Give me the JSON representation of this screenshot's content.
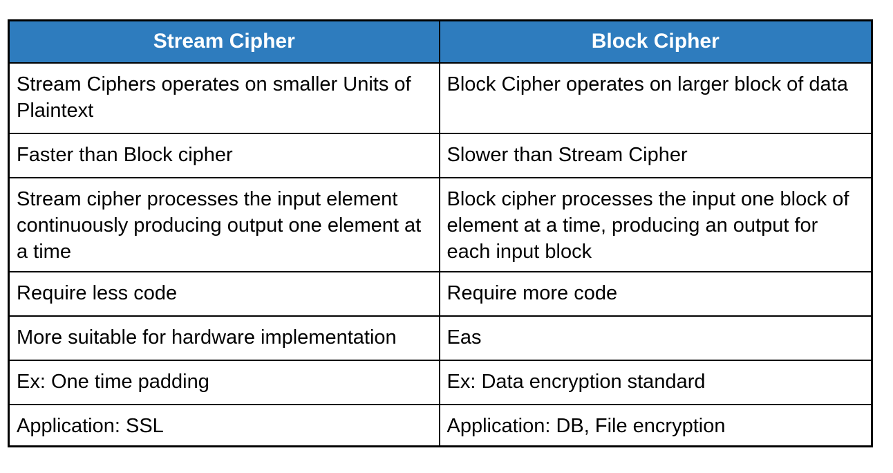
{
  "table": {
    "headers": [
      {
        "label": "Stream Cipher"
      },
      {
        "label": "Block Cipher"
      }
    ],
    "rows": [
      {
        "stream": "Stream Ciphers operates on smaller Units of Plaintext",
        "block": "Block Cipher operates on larger block of data"
      },
      {
        "stream": "Faster than Block cipher",
        "block": "Slower than Stream Cipher"
      },
      {
        "stream": "Stream cipher processes the input element continuously producing output one element at a time",
        "block": "Block cipher processes the input one block of element at a time, producing an output for each input block"
      },
      {
        "stream": "Require less code",
        "block": "Require more code"
      },
      {
        "stream": "More suitable for hardware implementation",
        "block": "Eas"
      },
      {
        "stream": "Ex: One time padding",
        "block": "Ex: Data encryption standard"
      },
      {
        "stream": "Application: SSL",
        "block": "Application: DB, File encryption"
      }
    ],
    "colors": {
      "header_bg": "#2E7CBE",
      "header_text": "#FFFFFF",
      "border": "#000000",
      "cell_bg": "#FFFFFF",
      "cell_text": "#000000"
    }
  }
}
